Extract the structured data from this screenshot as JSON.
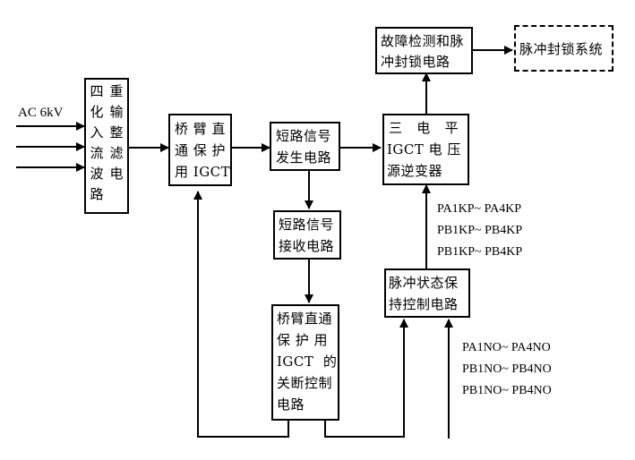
{
  "input": {
    "label": "AC 6kV"
  },
  "blocks": {
    "rectifier": {
      "col1": [
        "四",
        "化",
        "入",
        "流",
        "波",
        "路"
      ],
      "col2": [
        "重",
        "输",
        "整",
        "滤",
        "电"
      ]
    },
    "bridge_protection_igct": {
      "lines": [
        "桥 臂 直",
        "通 保 护",
        "用 IGCT"
      ]
    },
    "short_signal_generator": {
      "lines": [
        "短路信号",
        "发生电路"
      ]
    },
    "short_signal_receiver": {
      "lines": [
        "短路信号",
        "接收电路"
      ]
    },
    "igct_turnoff_control": {
      "lines": [
        "桥臂直通",
        "保 护 用",
        "IGCT  的",
        "关断控制",
        "电路"
      ]
    },
    "three_level_inverter": {
      "lines": [
        "三   电   平",
        "IGCT 电 压",
        "源逆变器"
      ]
    },
    "fault_detection": {
      "lines": [
        "故障检测和脉",
        "冲封锁电路"
      ]
    },
    "pulse_block_system": {
      "lines": [
        "脉冲封锁系统"
      ]
    },
    "pulse_state_hold": {
      "lines": [
        "脉冲状态保",
        "持控制电路"
      ]
    }
  },
  "signal_labels": {
    "kp": [
      "PA1KP~ PA4KP",
      "PB1KP~ PB4KP",
      "PB1KP~ PB4KP"
    ],
    "no": [
      "PA1NO~ PA4NO",
      "PB1NO~ PB4NO",
      "PB1NO~ PB4NO"
    ]
  }
}
